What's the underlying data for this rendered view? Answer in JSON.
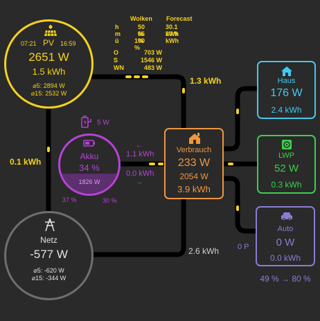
{
  "pv": {
    "sunrise": "07:21",
    "label": "PV",
    "sunset": "16:59",
    "power": "2651 W",
    "energy": "1.5 kWh",
    "avg5": "⌀5: 2894 W",
    "avg15": "⌀15: 2532 W"
  },
  "weather": {
    "col1_header": "Wolken",
    "col2_header": "Forecast",
    "rows": [
      {
        "key": "h",
        "val": "50 %",
        "forecast": "30.1 kWh"
      },
      {
        "key": "m",
        "val": "66 %",
        "forecast": "30.9 kWh"
      },
      {
        "key": "ü",
        "val": "100 %",
        "forecast": ""
      }
    ],
    "dirs": [
      {
        "key": "O",
        "val": "703 W"
      },
      {
        "key": "S",
        "val": "1546 W"
      },
      {
        "key": "WN",
        "val": "483 W"
      }
    ]
  },
  "flows": {
    "pv_to_verbrauch": "1.3 kWh",
    "pv_to_netz": "0.1 kWh",
    "netz_to_verbrauch": "2.6 kWh",
    "akku_charge_arrow": "←",
    "akku_charge": "1.1 kWh",
    "akku_discharge": "0.0 kWh",
    "akku_discharge_arrow": "→",
    "auto_flow": "0 P"
  },
  "akku": {
    "extra_power": "5 W",
    "label": "Akku",
    "soc": "34 %",
    "soc_fill": 0.34,
    "power": "1826 W",
    "left_pct": "37 %",
    "right_pct": "30 %"
  },
  "netz": {
    "label": "Netz",
    "power": "-577 W",
    "avg5": "⌀5: -620 W",
    "avg15": "⌀15: -344 W"
  },
  "verbrauch": {
    "label": "Verbrauch",
    "power": "233 W",
    "power2": "2054 W",
    "energy": "3.9 kWh"
  },
  "haus": {
    "label": "Haus",
    "power": "176 W",
    "energy": "2.4 kWh"
  },
  "lwp": {
    "label": "LWP",
    "power": "52 W",
    "energy": "0.3 kWh"
  },
  "auto": {
    "label": "Auto",
    "power": "0 W",
    "energy": "0.0 kWh",
    "soc": "49 % → 80 %"
  },
  "colors": {
    "pv": "#f5d21e",
    "akku": "#b643d6",
    "netz": "#6f6f6f",
    "verbrauch": "#f09640",
    "haus": "#44c8f0",
    "lwp": "#3cd04a",
    "auto": "#8c7cd6",
    "bg": "#2a2a2a"
  }
}
